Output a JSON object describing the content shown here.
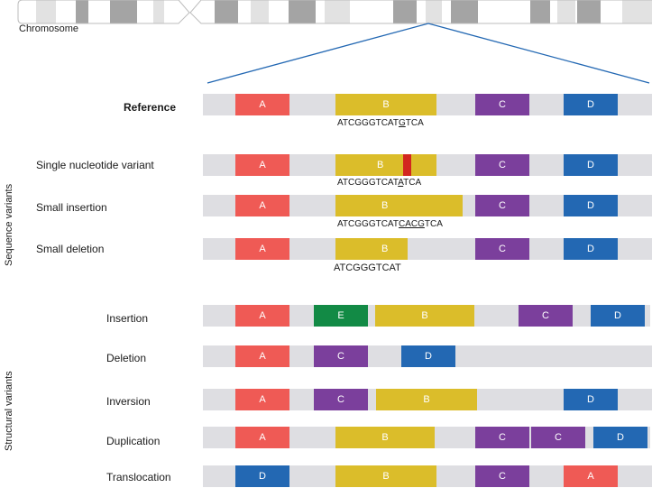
{
  "colors": {
    "A": "#ef5a55",
    "B": "#dbbd2a",
    "C": "#7b3f9c",
    "D": "#2368b3",
    "E": "#128a45",
    "snv_mark": "#d2271f",
    "track": "#dedee2",
    "zoom_line": "#2368b3"
  },
  "chromosome": {
    "label": "Chromosome"
  },
  "segments": {
    "A": "A",
    "B": "B",
    "C": "C",
    "D": "D",
    "E": "E"
  },
  "reference": {
    "label": "Reference",
    "seq": {
      "pre": "ATCGGGTCAT",
      "mark": "G",
      "post": "TCA"
    }
  },
  "sequence_variants": {
    "group_label": "Sequence variants",
    "snv": {
      "label": "Single nucleotide variant",
      "seq": {
        "pre": "ATCGGGTCAT",
        "mark": "A",
        "post": "TCA"
      }
    },
    "insertion": {
      "label": "Small insertion",
      "seq": {
        "pre": "ATCGGGTCAT",
        "mark": "CACG",
        "post": "TCA"
      }
    },
    "deletion": {
      "label": "Small deletion",
      "seq": {
        "pre": "ATCGGGTCAT"
      }
    }
  },
  "structural_variants": {
    "group_label": "Structural variants",
    "rows": [
      {
        "label": "Insertion"
      },
      {
        "label": "Deletion"
      },
      {
        "label": "Inversion"
      },
      {
        "label": "Duplication"
      },
      {
        "label": "Translocation"
      }
    ]
  }
}
